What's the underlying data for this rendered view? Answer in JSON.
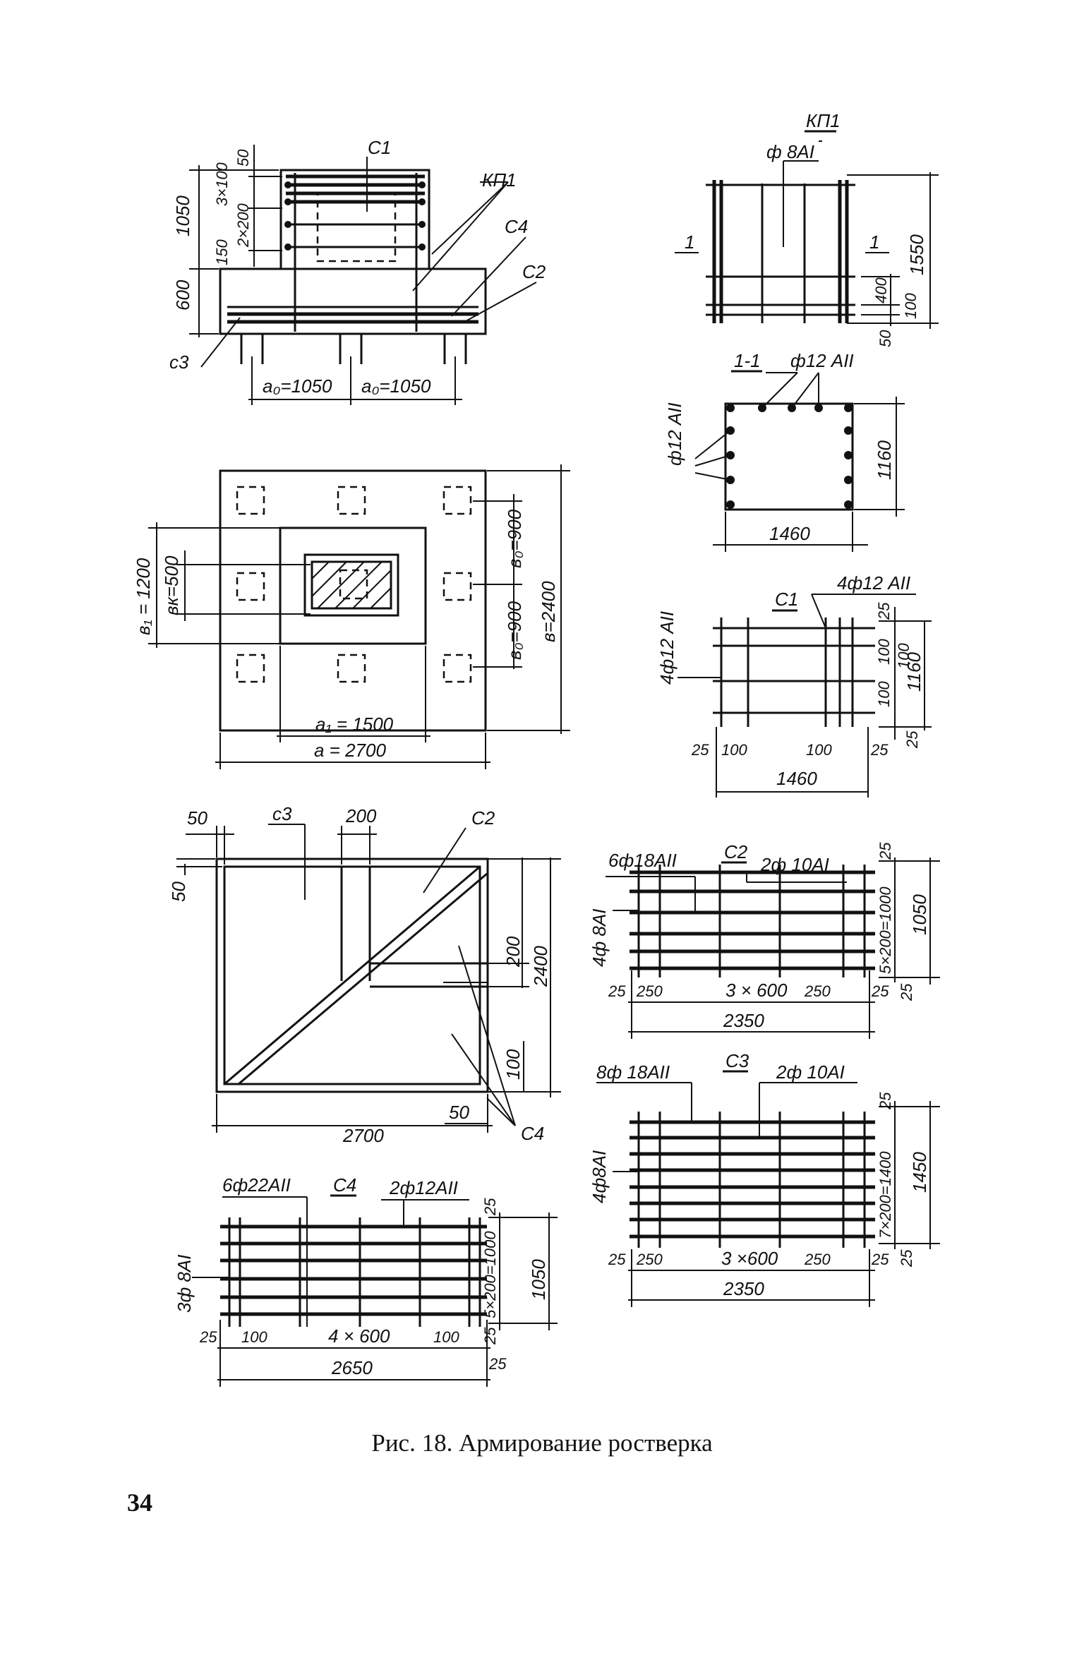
{
  "caption": "Рис. 18. Армирование ростверка",
  "page_number": "34",
  "section_view": {
    "mesh_c1": "C1",
    "frame_kp1": "КП1",
    "mesh_c4": "C4",
    "mesh_c2": "C2",
    "mesh_c3": "c3",
    "height_top": "1050",
    "height_bottom": "600",
    "dim_50": "50",
    "dim_3x100": "3×100",
    "dim_2x200": "2×200",
    "dim_150": "150",
    "spacing_left": "a₀=1050",
    "spacing_right": "a₀=1050"
  },
  "plan_view": {
    "width_a": "a = 2700",
    "width_a1": "a₁ = 1500",
    "height_b": "в=2400",
    "height_b0_top": "в₀=900",
    "height_b0_bottom": "в₀=900",
    "height_b1": "в₁ = 1200",
    "column_bk": "вк=500"
  },
  "frame_kp1": {
    "title": "КП1",
    "bar": "ф 8АI",
    "section_mark_left": "1",
    "section_mark_right": "1",
    "height": "1550",
    "dim_400": "400",
    "dim_100": "100",
    "dim_50": "50"
  },
  "section_1_1": {
    "title": "1-1",
    "bar_top": "ф12 АII",
    "bar_side": "ф12 АII",
    "width": "1460",
    "height": "1160"
  },
  "mesh_c1": {
    "title": "C1",
    "bars_vertical": "4ф12 АII",
    "bars_horizontal": "4ф12 АII",
    "dim_25_top": "25",
    "dim_100a": "100",
    "dim_100b": "100",
    "dim_100c": "100",
    "height": "1160",
    "dim_25_bottom": "25",
    "dim_25_left": "25",
    "dim_100_left": "100",
    "dim_100_right": "100",
    "dim_25_right": "25",
    "width": "1460"
  },
  "layout_plan": {
    "dim_50_top": "50",
    "label_c3": "c3",
    "dim_200_top": "200",
    "label_c2": "C2",
    "dim_50_left": "50",
    "dim_200_right": "200",
    "height": "2400",
    "dim_100_right": "100",
    "dim_50_bottom": "50",
    "width": "2700",
    "label_c4": "C4"
  },
  "mesh_c2": {
    "bars_long": "6ф18АII",
    "title": "C2",
    "bars_short": "2ф 10АI",
    "bars_side": "4ф 8АI",
    "dim_25_top": "25",
    "pitch": "5×200=1000",
    "height": "1050",
    "dim_25_left": "25",
    "dim_250_left": "250",
    "spacing": "3 × 600",
    "dim_250_right": "250",
    "dim_25_right": "25",
    "dim_25_bottom": "25",
    "width": "2350"
  },
  "mesh_c3": {
    "bars_long": "8ф 18АII",
    "title": "C3",
    "bars_short": "2ф 10АI",
    "bars_side": "4ф8АI",
    "dim_25_top": "25",
    "pitch": "7×200=1400",
    "height": "1450",
    "dim_25_left": "25",
    "dim_250_left": "250",
    "spacing": "3 ×600",
    "dim_250_right": "250",
    "dim_25_right": "25",
    "dim_25_bottom": "25",
    "width": "2350"
  },
  "mesh_c4": {
    "bars_long": "6ф22АII",
    "title": "C4",
    "bars_short": "2ф12АII",
    "bars_side": "3ф 8АI",
    "dim_25_top": "25",
    "pitch": "5×200=1000",
    "height": "1050",
    "dim_25_left": "25",
    "dim_100_left": "100",
    "spacing": "4 × 600",
    "dim_100_right": "100",
    "dim_25_right": "25",
    "dim_25_bottom": "25",
    "width": "2650"
  }
}
